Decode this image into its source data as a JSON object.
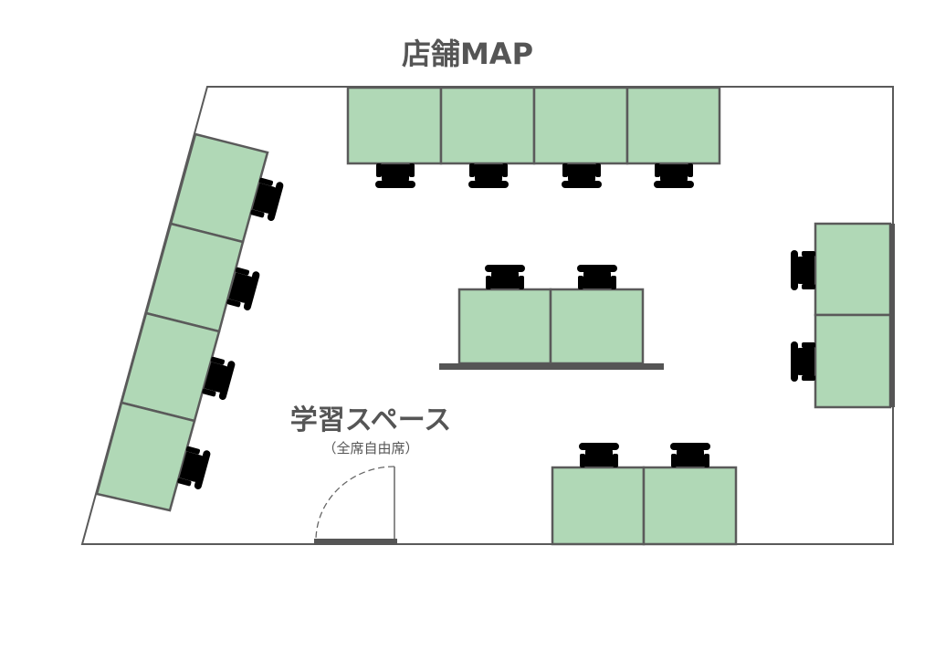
{
  "title": "店舗MAP",
  "area_label": "学習スペース",
  "area_sublabel": "（全席自由席）",
  "colors": {
    "desk": "#b0d8b6",
    "line": "#5a5a5a"
  }
}
